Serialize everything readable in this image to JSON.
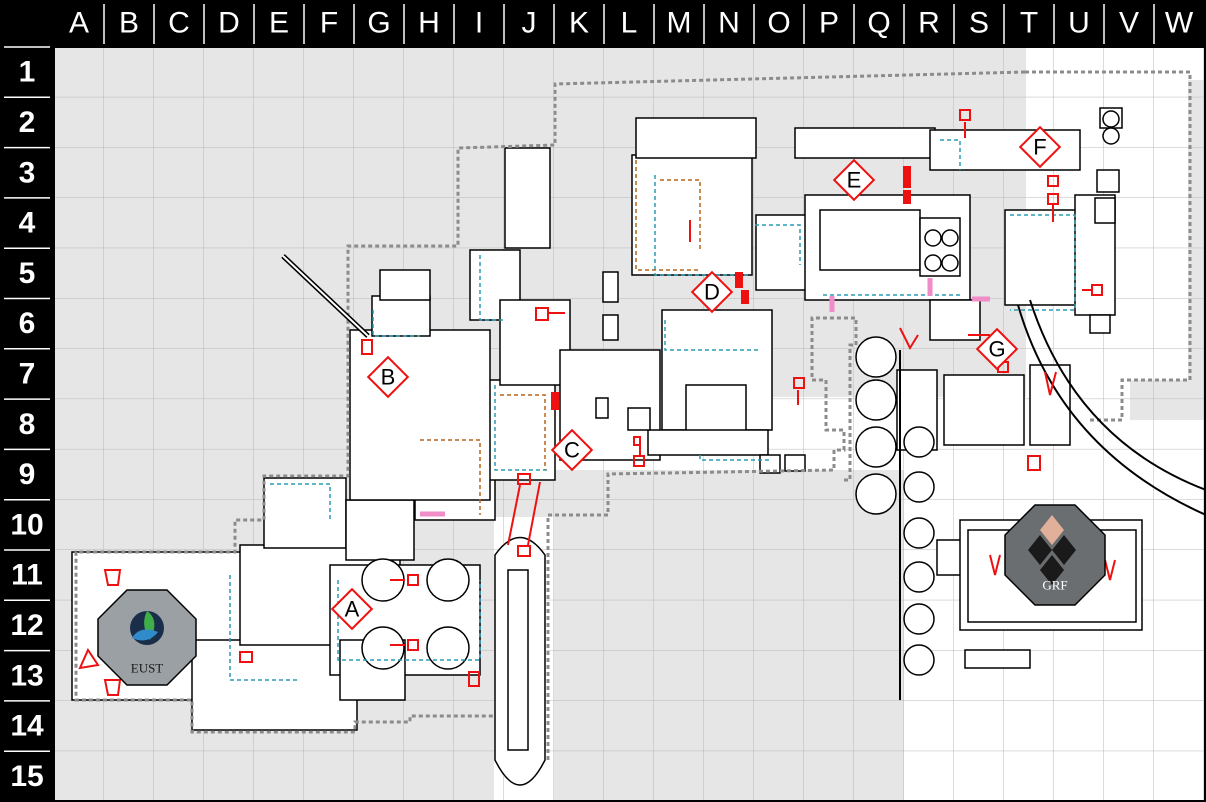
{
  "grid": {
    "columns": [
      "A",
      "B",
      "C",
      "D",
      "E",
      "F",
      "G",
      "H",
      "I",
      "J",
      "K",
      "L",
      "M",
      "N",
      "O",
      "P",
      "Q",
      "R",
      "S",
      "T",
      "U",
      "V",
      "W"
    ],
    "rows": [
      "1",
      "2",
      "3",
      "4",
      "5",
      "6",
      "7",
      "8",
      "9",
      "10",
      "11",
      "12",
      "13",
      "14",
      "15"
    ]
  },
  "zones": [
    "A",
    "B",
    "C",
    "D",
    "E",
    "F",
    "G"
  ],
  "logos": {
    "left": {
      "text": "EUST",
      "fill": "#9aa0a3"
    },
    "right": {
      "text": "GRF",
      "fill": "#6b6e70"
    }
  },
  "colors": {
    "header": "#000000",
    "shaded": "#e5e5e5",
    "wall": "#000000",
    "marker": "#ee1111",
    "blue_dash": "#2a9bb5",
    "orange_dash": "#b8651a",
    "pink": "#f08cc8",
    "boundary": "#8c8c8c"
  }
}
